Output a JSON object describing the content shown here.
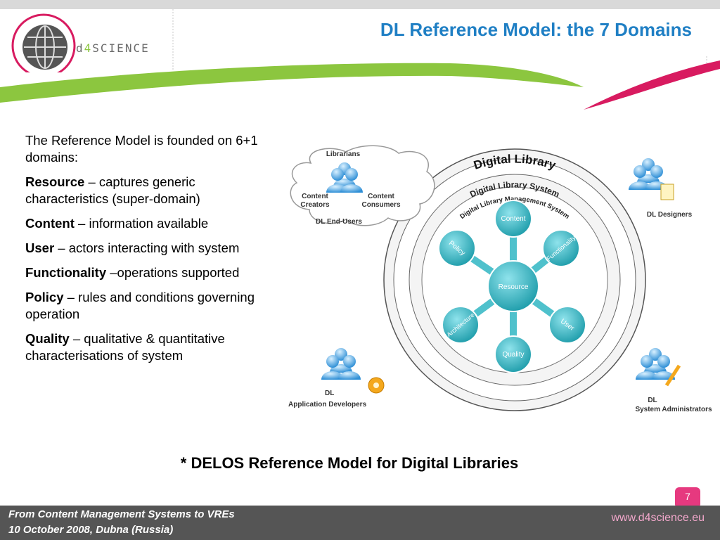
{
  "title": "DL Reference Model: the 7 Domains",
  "logo": {
    "prefix": "d",
    "four": "4",
    "suffix": "science"
  },
  "intro": "The Reference Model is founded on 6+1 domains:",
  "domains": [
    {
      "term": "Resource",
      "desc": " – captures generic characteristics (super-domain)"
    },
    {
      "term": "Content",
      "desc": " – information available"
    },
    {
      "term": "User",
      "desc": " – actors interacting with system"
    },
    {
      "term": "Functionality",
      "desc": " –operations supported"
    },
    {
      "term": "Policy",
      "desc": " – rules and conditions governing operation"
    },
    {
      "term": "Quality",
      "desc": " – qualitative & quantitative characterisations of system"
    }
  ],
  "diagram": {
    "ring_outer": "Digital Library",
    "ring_middle": "Digital Library System",
    "ring_inner": "Digital Library Management System",
    "center": "Resource",
    "nodes": [
      "Content",
      "Functionality",
      "User",
      "Quality",
      "Architecture",
      "Policy"
    ],
    "end_users_cloud": {
      "top": "Librarians",
      "left_1": "Content",
      "left_2": "Creators",
      "right_1": "Content",
      "right_2": "Consumers",
      "bottom": "DL End-Users"
    },
    "designers": "DL Designers",
    "app_devs_1": "DL",
    "app_devs_2": "Application Developers",
    "sys_admins_1": "DL",
    "sys_admins_2": "System Administrators"
  },
  "footnote": "* DELOS Reference Model for Digital Libraries",
  "footer": {
    "line1": "From Content Management Systems to VREs",
    "line2": "10 October 2008, Dubna (Russia)",
    "url": "www.d4science.eu",
    "page": "7"
  },
  "colors": {
    "title": "#1f7fc4",
    "swoosh_green": "#8cc63f",
    "swoosh_pink": "#d81b60",
    "footer": "#555555",
    "page_badge": "#e6397f"
  }
}
